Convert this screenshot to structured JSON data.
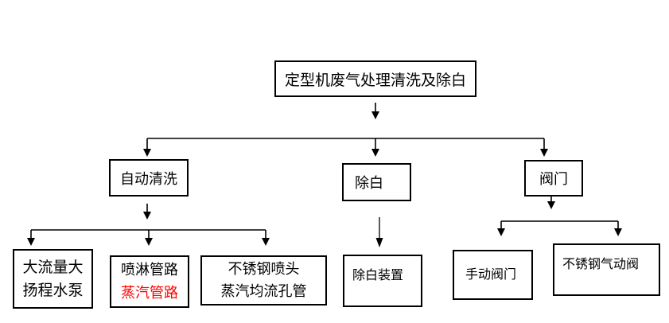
{
  "page": {
    "background": "#ffffff"
  },
  "colors": {
    "line": "#000000",
    "box_border": "#000000",
    "text": "#000000",
    "highlight_red": "#ff0000"
  },
  "flowchart": {
    "root": {
      "label": "定型机废气处理清洗及除白"
    },
    "branches": [
      {
        "id": "auto-clean",
        "label": "自动清洗"
      },
      {
        "id": "dewhite",
        "label": "除白"
      },
      {
        "id": "valve",
        "label": "阀门"
      }
    ],
    "leaves": {
      "pump": {
        "lines": [
          "大流量大",
          "扬程水泵"
        ]
      },
      "spray_pipe": {
        "lines": [
          "喷淋管路",
          "蒸汽管路"
        ],
        "line2_color": "#ff0000"
      },
      "nozzle": {
        "lines": [
          "不锈钢喷头",
          "蒸汽均流孔管"
        ]
      },
      "dewhite_device": {
        "label": "除白装置"
      },
      "manual_valve": {
        "label": "手动阀门"
      },
      "pneumatic_valve": {
        "label": "不锈钢气动阀"
      }
    }
  }
}
